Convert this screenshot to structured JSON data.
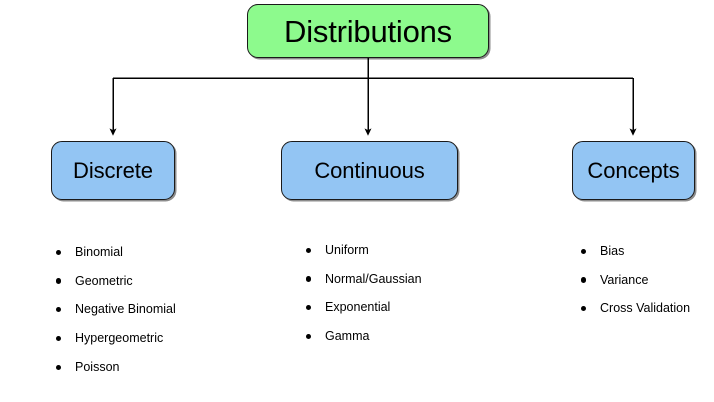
{
  "diagram": {
    "title": "Distributions",
    "root": {
      "label": "Distributions",
      "color": "#8dfa8d"
    },
    "branches": [
      {
        "id": "discrete",
        "label": "Discrete",
        "color": "#93c5f3",
        "items": [
          "Binomial",
          "Geometric",
          "Negative Binomial",
          "Hypergeometric",
          "Poisson"
        ]
      },
      {
        "id": "continuous",
        "label": "Continuous",
        "color": "#93c5f3",
        "items": [
          "Uniform",
          "Normal/Gaussian",
          "Exponential",
          "Gamma"
        ]
      },
      {
        "id": "concepts",
        "label": "Concepts",
        "color": "#93c5f3",
        "items": [
          "Bias",
          "Variance",
          "Cross Validation"
        ]
      }
    ],
    "connector_color": "#000000",
    "background": "#ffffff"
  }
}
